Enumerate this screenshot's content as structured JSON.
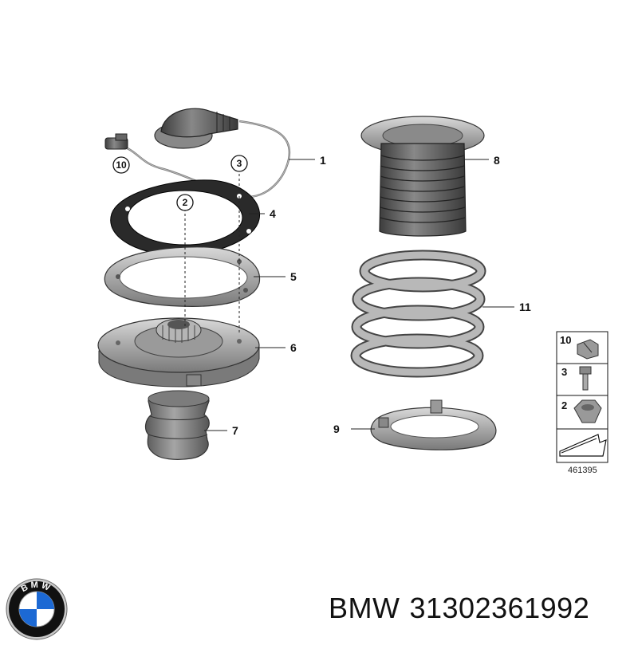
{
  "diagram": {
    "callouts": [
      {
        "id": "callout-1",
        "label": "1"
      },
      {
        "id": "callout-2",
        "label": "2"
      },
      {
        "id": "callout-3",
        "label": "3"
      },
      {
        "id": "callout-4",
        "label": "4"
      },
      {
        "id": "callout-5",
        "label": "5"
      },
      {
        "id": "callout-6",
        "label": "6"
      },
      {
        "id": "callout-7",
        "label": "7"
      },
      {
        "id": "callout-8",
        "label": "8"
      },
      {
        "id": "callout-9",
        "label": "9"
      },
      {
        "id": "callout-10",
        "label": "10"
      },
      {
        "id": "callout-11",
        "label": "11"
      }
    ],
    "legend": [
      {
        "label": "10",
        "icon": "wire-clip-icon"
      },
      {
        "label": "3",
        "icon": "bolt-icon"
      },
      {
        "label": "2",
        "icon": "nut-icon"
      },
      {
        "label": "",
        "icon": "arrow-icon"
      }
    ],
    "diagram_id": "461395"
  },
  "footer": {
    "brand": "BMW",
    "part_number": "31302361992",
    "logo_letters": "BMW",
    "logo_icon": "bmw-roundel-icon",
    "colors": {
      "roundel_blue": "#1c69d4",
      "ring": "#111111",
      "silver": "#c8c8c8"
    }
  }
}
